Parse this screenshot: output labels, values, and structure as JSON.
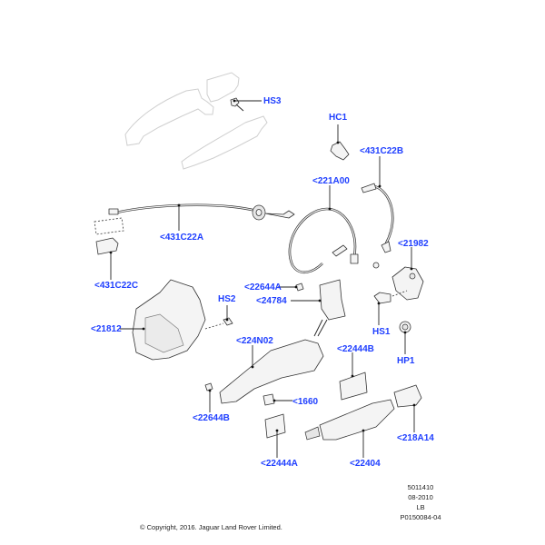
{
  "diagram": {
    "title": "Exterior door handle and lock components",
    "labels": {
      "hs3": "HS3",
      "hc1": "HC1",
      "c431c22b": "<431C22B",
      "c221a00": "<221A00",
      "c431c22a": "<431C22A",
      "c21982": "<21982",
      "c431c22c": "<431C22C",
      "c22644a": "<22644A",
      "c24784": "<24784",
      "hs2": "HS2",
      "c21812": "<21812",
      "hs1": "HS1",
      "c224n02": "<224N02",
      "c22444b": "<22444B",
      "hp1": "HP1",
      "c1660": "<1660",
      "c22644b": "<22644B",
      "c218a14": "<218A14",
      "c22444a": "<22444A",
      "c22404": "<22404"
    },
    "label_color": "#1f3fff"
  },
  "footer": {
    "ref_number": "5011410",
    "date": "08-2010",
    "code": "LB",
    "illustration_id": "P0150084-04",
    "copyright": "© Copyright, 2016. Jaguar Land Rover Limited."
  }
}
